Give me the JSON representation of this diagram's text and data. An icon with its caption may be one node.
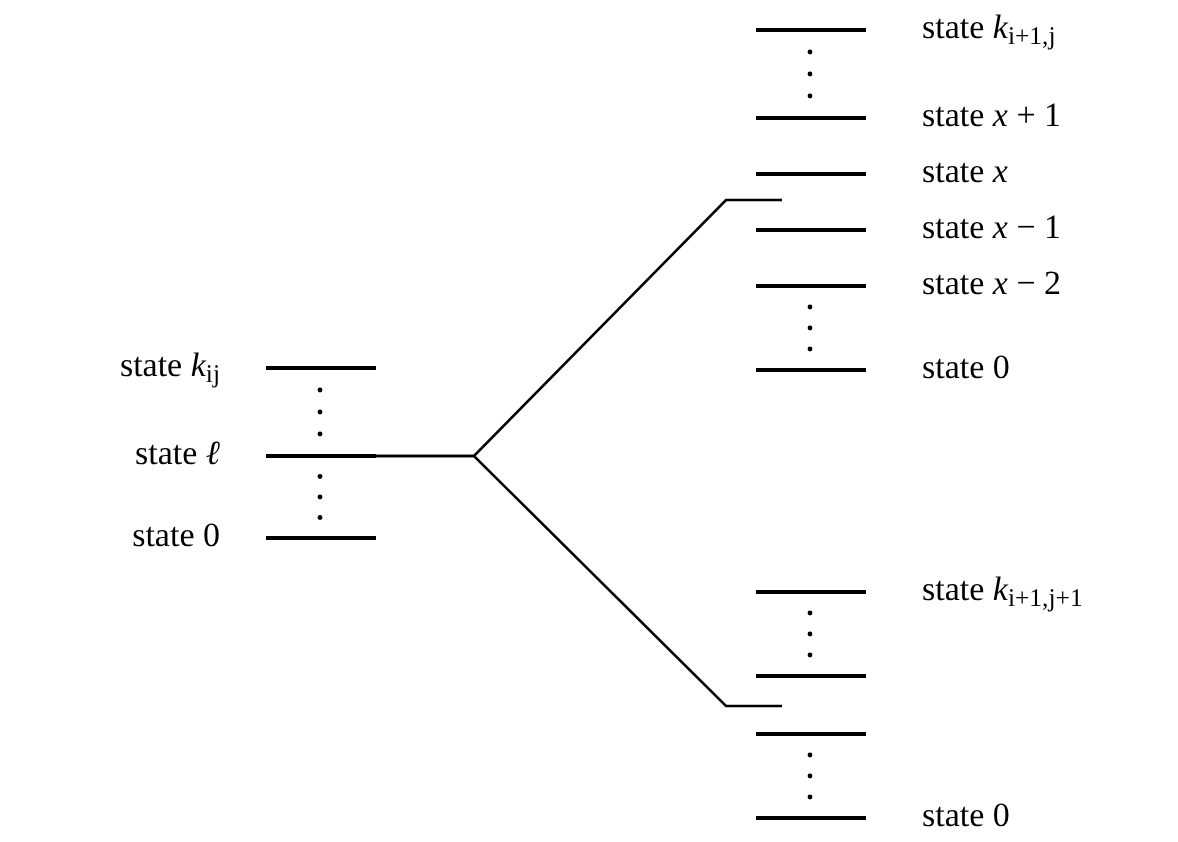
{
  "diagram": {
    "nodes": [
      {
        "text": [],
        "shape": "bar",
        "beside": [
          "state *k*$_{ij}$"
        ]
      },
      {
        "text": [],
        "shape": "bar",
        "beside": [
          "state *ℓ*"
        ]
      },
      {
        "text": [],
        "shape": "bar",
        "beside": [
          "state 0"
        ]
      },
      {
        "text": [],
        "shape": "bar",
        "beside": [
          "state *k*$_{i+1,j}$"
        ]
      },
      {
        "text": [],
        "shape": "bar",
        "beside": [
          "state *x* + 1"
        ]
      },
      {
        "text": [],
        "shape": "bar",
        "beside": [
          "state *x*"
        ]
      },
      {
        "text": [],
        "shape": "bar",
        "beside": [
          "state *x* − 1"
        ]
      },
      {
        "text": [],
        "shape": "bar",
        "beside": [
          "state *x* − 2"
        ]
      },
      {
        "text": [],
        "shape": "bar",
        "beside": [
          "state 0"
        ]
      },
      {
        "text": [],
        "shape": "bar",
        "beside": [
          "state *k*$_{i+1,j+1}$"
        ]
      },
      {
        "text": [],
        "shape": "bar"
      },
      {
        "text": [],
        "shape": "bar"
      },
      {
        "text": [],
        "shape": "bar",
        "beside": [
          "state 0"
        ]
      }
    ],
    "edges": [
      {
        "from": 1,
        "to": null,
        "arrow": "none"
      },
      {
        "from": 1,
        "to": null,
        "arrow": "none"
      }
    ]
  }
}
